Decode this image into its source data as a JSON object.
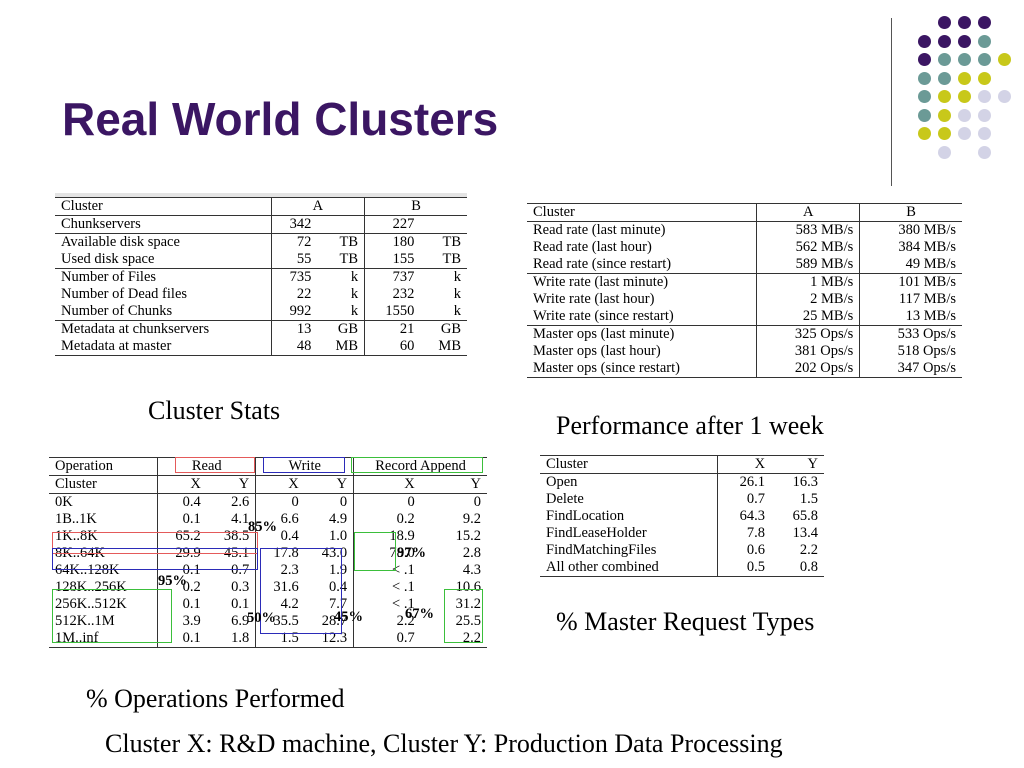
{
  "title": "Real World Clusters",
  "decor_colors": {
    "purple": "#3b1663",
    "teal": "#6b9a96",
    "olive": "#c8c81a",
    "lavender": "#d3d3e6"
  },
  "cluster_stats": {
    "headers": [
      "Cluster",
      "A",
      "B"
    ],
    "groups": [
      [
        [
          "Chunkservers",
          "342",
          "",
          "227",
          ""
        ]
      ],
      [
        [
          "Available disk space",
          "72",
          "TB",
          "180",
          "TB"
        ],
        [
          "Used disk space",
          "55",
          "TB",
          "155",
          "TB"
        ]
      ],
      [
        [
          "Number of Files",
          "735",
          "k",
          "737",
          "k"
        ],
        [
          "Number of Dead files",
          "22",
          "k",
          "232",
          "k"
        ],
        [
          "Number of Chunks",
          "992",
          "k",
          "1550",
          "k"
        ]
      ],
      [
        [
          "Metadata at chunkservers",
          "13",
          "GB",
          "21",
          "GB"
        ],
        [
          "Metadata at master",
          "48",
          "MB",
          "60",
          "MB"
        ]
      ]
    ],
    "caption": "Cluster Stats"
  },
  "performance": {
    "headers": [
      "Cluster",
      "A",
      "B"
    ],
    "groups": [
      [
        [
          "Read rate (last minute)",
          "583 MB/s",
          "380 MB/s"
        ],
        [
          "Read rate (last hour)",
          "562 MB/s",
          "384 MB/s"
        ],
        [
          "Read rate (since restart)",
          "589 MB/s",
          "49 MB/s"
        ]
      ],
      [
        [
          "Write rate (last minute)",
          "1 MB/s",
          "101 MB/s"
        ],
        [
          "Write rate (last hour)",
          "2 MB/s",
          "117 MB/s"
        ],
        [
          "Write rate (since restart)",
          "25 MB/s",
          "13 MB/s"
        ]
      ],
      [
        [
          "Master ops (last minute)",
          "325 Ops/s",
          "533 Ops/s"
        ],
        [
          "Master ops (last hour)",
          "381 Ops/s",
          "518 Ops/s"
        ],
        [
          "Master ops (since restart)",
          "202 Ops/s",
          "347 Ops/s"
        ]
      ]
    ],
    "caption": "Performance after 1 week"
  },
  "operations": {
    "group_headers": [
      "Operation",
      "Read",
      "Write",
      "Record Append"
    ],
    "sub_headers": [
      "Cluster",
      "X",
      "Y",
      "X",
      "Y",
      "X",
      "Y"
    ],
    "rows": [
      [
        "0K",
        "0.4",
        "2.6",
        "0",
        "0",
        "0",
        "0"
      ],
      [
        "1B..1K",
        "0.1",
        "4.1",
        "6.6",
        "4.9",
        "0.2",
        "9.2"
      ],
      [
        "1K..8K",
        "65.2",
        "38.5",
        "0.4",
        "1.0",
        "18.9",
        "15.2"
      ],
      [
        "8K..64K",
        "29.9",
        "45.1",
        "17.8",
        "43.0",
        "78.0",
        "2.8"
      ],
      [
        "64K..128K",
        "0.1",
        "0.7",
        "2.3",
        "1.9",
        "< .1",
        "4.3"
      ],
      [
        "128K..256K",
        "0.2",
        "0.3",
        "31.6",
        "0.4",
        "< .1",
        "10.6"
      ],
      [
        "256K..512K",
        "0.1",
        "0.1",
        "4.2",
        "7.7",
        "< .1",
        "31.2"
      ],
      [
        "512K..1M",
        "3.9",
        "6.9",
        "35.5",
        "28.7",
        "2.2",
        "25.5"
      ],
      [
        "1M..inf",
        "0.1",
        "1.8",
        "1.5",
        "12.3",
        "0.7",
        "2.2"
      ]
    ],
    "annotations": {
      "a85": "85%",
      "a97": "97%",
      "a95": "95%",
      "a50": "50%",
      "a45": "45%",
      "a67": "67%"
    },
    "caption": "% Operations Performed"
  },
  "master_requests": {
    "headers": [
      "Cluster",
      "X",
      "Y"
    ],
    "rows": [
      [
        "Open",
        "26.1",
        "16.3"
      ],
      [
        "Delete",
        "0.7",
        "1.5"
      ],
      [
        "FindLocation",
        "64.3",
        "65.8"
      ],
      [
        "FindLeaseHolder",
        "7.8",
        "13.4"
      ],
      [
        "FindMatchingFiles",
        "0.6",
        "2.2"
      ],
      [
        "All other combined",
        "0.5",
        "0.8"
      ]
    ],
    "caption": "% Master Request Types"
  },
  "footer": "Cluster X: R&D machine, Cluster Y: Production Data Processing"
}
